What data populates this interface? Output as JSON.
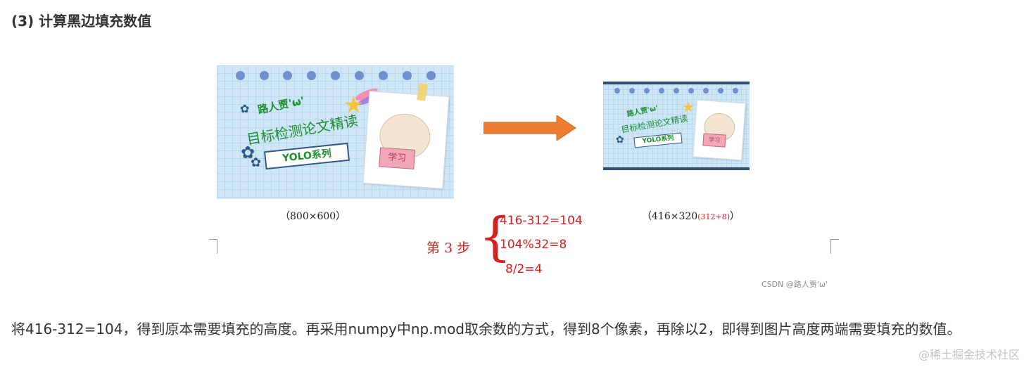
{
  "heading": "(3) 计算黑边填充数值",
  "left_image": {
    "poster_line1": "路人贾'ω'",
    "poster_line2": "目标检测论文精读",
    "ribbon": "YOLO系列",
    "book_text": "学习",
    "caption": "（800×600）"
  },
  "right_image": {
    "poster_line1": "路人贾'ω'",
    "poster_line2": "目标检测论文精读",
    "ribbon": "YOLO系列",
    "book_text": "学习",
    "caption_main": "（416×320",
    "caption_red": "(312+8)",
    "caption_end": "）"
  },
  "step": {
    "label": "第 3 步",
    "brace": "{",
    "lines": [
      "416-312=104",
      "104%32=8",
      "8/2=4"
    ]
  },
  "figure_watermark": "CSDN @路人贾'ω'",
  "paragraph": "将416-312=104，得到原本需要填充的高度。再采用numpy中np.mod取余数的方式，得到8个像素，再除以2，即得到图片高度两端需要填充的数值。",
  "page_watermark": "@稀土掘金技术社区",
  "colors": {
    "accent_red": "#d42020",
    "arrow_orange": "#ed7d31",
    "poster_green": "#1c8f2e",
    "poster_blue": "#cfe6f7",
    "pad_dark": "#2f4f6f"
  }
}
